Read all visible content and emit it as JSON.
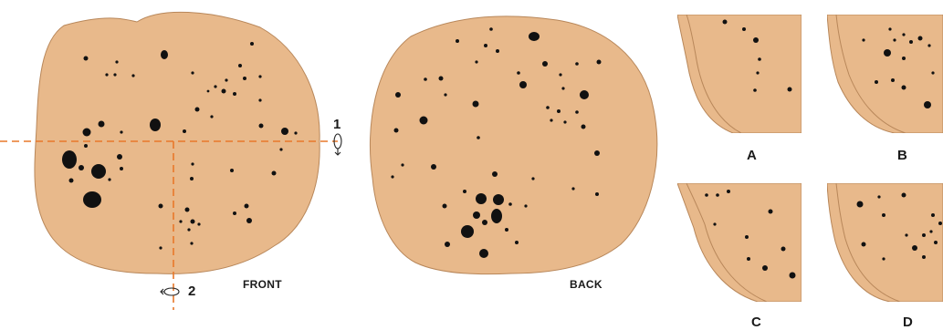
{
  "colors": {
    "disc_fill": "#e8b98b",
    "disc_stroke": "#b8875a",
    "spot": "#111111",
    "fold_line": "#e8782a"
  },
  "fold_axes": {
    "horizontal": "1",
    "vertical": "2"
  },
  "captions": {
    "front": "FRONT",
    "back": "BACK"
  },
  "options": [
    {
      "letter": "A"
    },
    {
      "letter": "B"
    },
    {
      "letter": "C"
    },
    {
      "letter": "D"
    }
  ],
  "icons": {
    "rotate_axis": "rotate-arrow-icon"
  }
}
